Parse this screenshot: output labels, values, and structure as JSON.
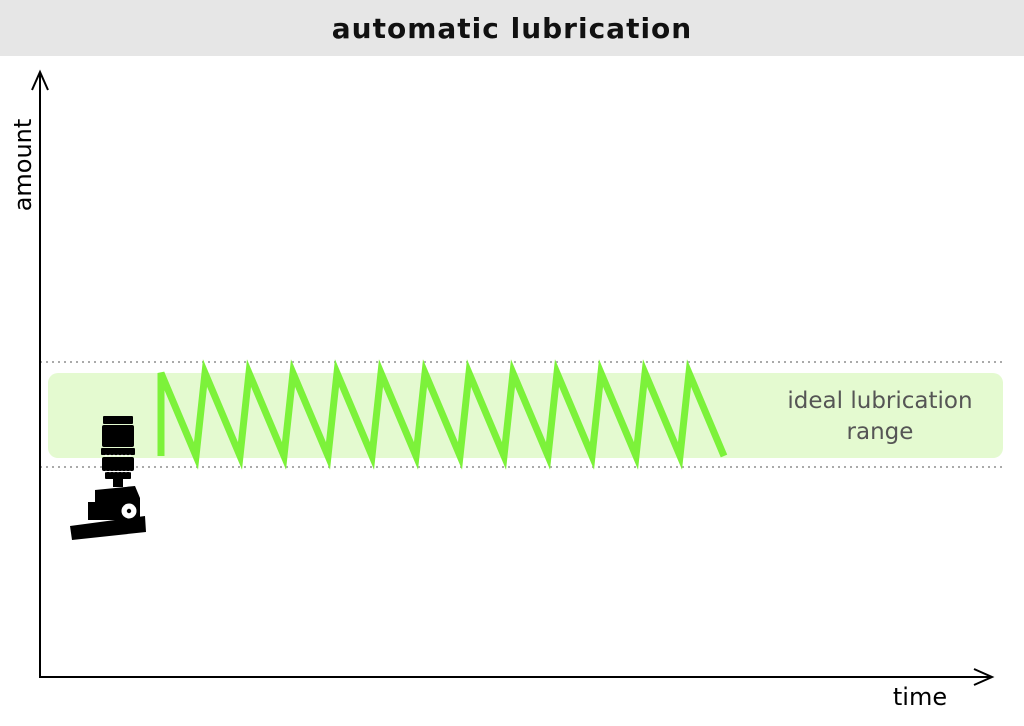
{
  "title": "automatic lubrication",
  "axes": {
    "y_label": "amount",
    "x_label": "time"
  },
  "range_label": {
    "line1": "ideal lubrication",
    "line2": "range"
  },
  "icons": {
    "dispenser": "lubricator-dispenser-icon"
  },
  "colors": {
    "title_bar": "#e6e6e6",
    "band_fill": "#e4fad0",
    "wave": "#7cf23a",
    "dotted_line": "#aaaaaa",
    "range_text": "#555555",
    "axis": "#000000",
    "icon": "#000000"
  },
  "wave": {
    "cycles": 13
  }
}
